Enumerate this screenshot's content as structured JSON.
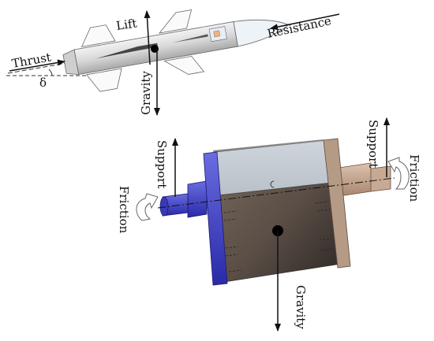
{
  "missile": {
    "labels": {
      "lift": "Lift",
      "resistance": "Resistance",
      "thrust": "Thrust",
      "gravity": "Gravity",
      "angle": "δ"
    }
  },
  "cylinder": {
    "labels": {
      "support_left": "Support",
      "friction_left": "Friction",
      "support_right": "Support",
      "friction_right": "Friction",
      "gravity": "Gravity"
    }
  }
}
